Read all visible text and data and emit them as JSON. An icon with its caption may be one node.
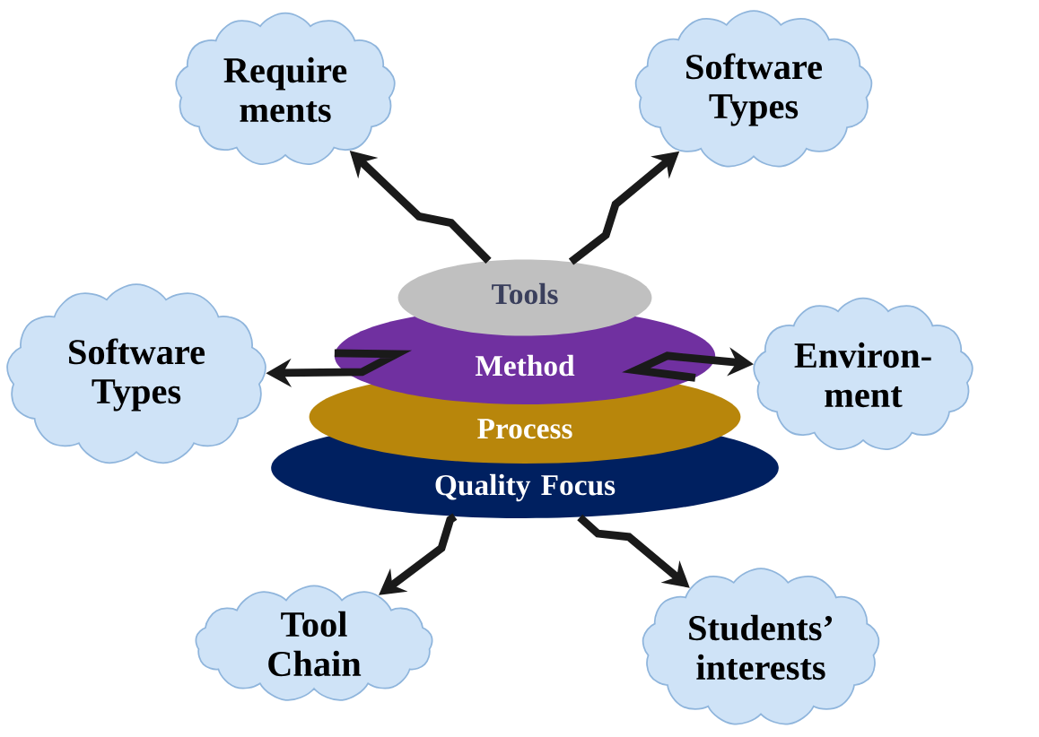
{
  "diagram": {
    "nodes": [
      {
        "text": [
          "Require ments"
        ]
      },
      {
        "text": [
          "Software Types"
        ]
      },
      {
        "text": [
          "Tools"
        ]
      },
      {
        "text": [
          "Software Types"
        ]
      },
      {
        "text": [
          "Method"
        ]
      },
      {
        "text": [
          "Environ- ment"
        ]
      },
      {
        "text": [
          "Process"
        ]
      },
      {
        "text": [
          "Quality Focus"
        ]
      },
      {
        "text": [
          "Tool Chain"
        ]
      },
      {
        "text": [
          "Students’ interests"
        ]
      }
    ],
    "edges": [
      {
        "from": 2,
        "to": 0,
        "arrow": "to"
      },
      {
        "from": 2,
        "to": 1,
        "arrow": "to"
      },
      {
        "from": 4,
        "to": 3,
        "arrow": "to"
      },
      {
        "from": 4,
        "to": 5,
        "arrow": "to"
      },
      {
        "from": 7,
        "to": 8,
        "arrow": "to"
      },
      {
        "from": 7,
        "to": 9,
        "arrow": "to"
      }
    ]
  }
}
